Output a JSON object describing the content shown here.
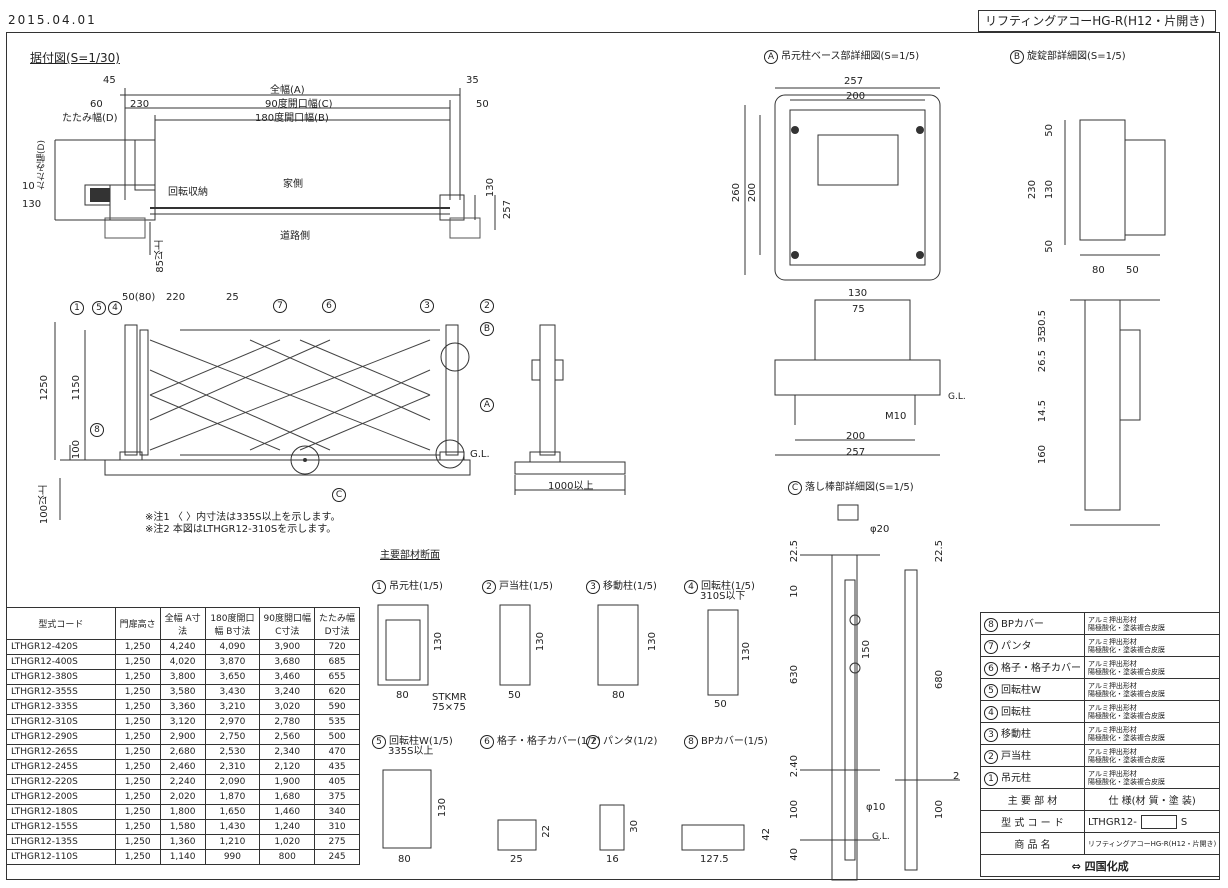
{
  "header": {
    "date": "2015.04.01",
    "title": "リフティングアコーHG-R(H12・片開き)"
  },
  "plan": {
    "title": "据付図(S=1/30)",
    "dims": [
      "45",
      "35",
      "全幅(A)",
      "60",
      "230",
      "90度開口幅(C)",
      "50",
      "たたみ幅(D)",
      "180度開口幅(B)",
      "10",
      "たたみ幅(D)",
      "130",
      "130",
      "257",
      "回転収納",
      "家側",
      "道路側",
      "85以上"
    ]
  },
  "elev": {
    "dims": [
      "50(80)",
      "220",
      "25",
      "1250",
      "1150",
      "100",
      "G.L.",
      "100以上",
      "1000以上"
    ],
    "callouts": [
      "1",
      "5",
      "4",
      "7",
      "6",
      "3",
      "2",
      "B",
      "A",
      "8",
      "C"
    ],
    "note1": "※注1 〈 〉内寸法は335S以上を示します。",
    "note2": "※注2 本図はLTHGR12-310Sを示します。"
  },
  "detailA": {
    "title": "吊元柱ベース部詳細図(S=1/5)",
    "label": "A",
    "dims": [
      "257",
      "200",
      "260",
      "200",
      "130",
      "75",
      "M10",
      "200",
      "257",
      "G.L."
    ]
  },
  "detailB": {
    "title": "旋錠部詳細図(S=1/5)",
    "label": "B",
    "dims": [
      "50",
      "230",
      "130",
      "50",
      "80",
      "50",
      "26.5",
      "35",
      "30.5",
      "14.5",
      "160"
    ]
  },
  "detailC": {
    "title": "落し棒部詳細図(S=1/5)",
    "label": "C",
    "dims": [
      "φ20",
      "22.5",
      "10",
      "630",
      "150",
      "2.40",
      "100",
      "40",
      "φ10",
      "22.5",
      "680",
      "2",
      "100",
      "G.L."
    ]
  },
  "sections": {
    "title": "主要部材断面",
    "items": [
      {
        "num": "1",
        "label": "吊元柱(1/5)",
        "dims": [
          "130",
          "80"
        ],
        "extra": "STKMR 75×75"
      },
      {
        "num": "2",
        "label": "戸当柱(1/5)",
        "dims": [
          "130",
          "50"
        ]
      },
      {
        "num": "3",
        "label": "移動柱(1/5)",
        "dims": [
          "130",
          "80"
        ]
      },
      {
        "num": "4",
        "label": "回転柱(1/5)",
        "dims": [
          "130",
          "50"
        ],
        "extra": "310S以下"
      },
      {
        "num": "5",
        "label": "回転柱W(1/5)",
        "dims": [
          "130",
          "80"
        ],
        "extra": "335S以上"
      },
      {
        "num": "6",
        "label": "格子・格子カバー(1/2)",
        "dims": [
          "22",
          "25"
        ]
      },
      {
        "num": "7",
        "label": "パンタ(1/2)",
        "dims": [
          "30",
          "16"
        ]
      },
      {
        "num": "8",
        "label": "BPカバー(1/5)",
        "dims": [
          "42",
          "127.5"
        ]
      }
    ]
  },
  "spec_table": {
    "headers": [
      "型式コード",
      "門扉高さ",
      "全幅 A寸法",
      "180度開口幅 B寸法",
      "90度開口幅 C寸法",
      "たたみ幅 D寸法"
    ],
    "rows": [
      [
        "LTHGR12-420S",
        "1,250",
        "4,240",
        "4,090",
        "3,900",
        "720"
      ],
      [
        "LTHGR12-400S",
        "1,250",
        "4,020",
        "3,870",
        "3,680",
        "685"
      ],
      [
        "LTHGR12-380S",
        "1,250",
        "3,800",
        "3,650",
        "3,460",
        "655"
      ],
      [
        "LTHGR12-355S",
        "1,250",
        "3,580",
        "3,430",
        "3,240",
        "620"
      ],
      [
        "LTHGR12-335S",
        "1,250",
        "3,360",
        "3,210",
        "3,020",
        "590"
      ],
      [
        "LTHGR12-310S",
        "1,250",
        "3,120",
        "2,970",
        "2,780",
        "535"
      ],
      [
        "LTHGR12-290S",
        "1,250",
        "2,900",
        "2,750",
        "2,560",
        "500"
      ],
      [
        "LTHGR12-265S",
        "1,250",
        "2,680",
        "2,530",
        "2,340",
        "470"
      ],
      [
        "LTHGR12-245S",
        "1,250",
        "2,460",
        "2,310",
        "2,120",
        "435"
      ],
      [
        "LTHGR12-220S",
        "1,250",
        "2,240",
        "2,090",
        "1,900",
        "405"
      ],
      [
        "LTHGR12-200S",
        "1,250",
        "2,020",
        "1,870",
        "1,680",
        "375"
      ],
      [
        "LTHGR12-180S",
        "1,250",
        "1,800",
        "1,650",
        "1,460",
        "340"
      ],
      [
        "LTHGR12-155S",
        "1,250",
        "1,580",
        "1,430",
        "1,240",
        "310"
      ],
      [
        "LTHGR12-135S",
        "1,250",
        "1,360",
        "1,210",
        "1,020",
        "275"
      ],
      [
        "LTHGR12-110S",
        "1,250",
        "1,140",
        "990",
        "800",
        "245"
      ]
    ]
  },
  "parts_table": {
    "rows": [
      {
        "num": "8",
        "name": "BPカバー",
        "mat": [
          "アルミ押出形材",
          "陽極酸化・塗装複合皮膜"
        ]
      },
      {
        "num": "7",
        "name": "パンタ",
        "mat": [
          "アルミ押出形材",
          "陽極酸化・塗装複合皮膜"
        ]
      },
      {
        "num": "6",
        "name": "格子・格子カバー",
        "mat": [
          "アルミ押出形材",
          "陽極酸化・塗装複合皮膜"
        ]
      },
      {
        "num": "5",
        "name": "回転柱W",
        "mat": [
          "アルミ押出形材",
          "陽極酸化・塗装複合皮膜"
        ]
      },
      {
        "num": "4",
        "name": "回転柱",
        "mat": [
          "アルミ押出形材",
          "陽極酸化・塗装複合皮膜"
        ]
      },
      {
        "num": "3",
        "name": "移動柱",
        "mat": [
          "アルミ押出形材",
          "陽極酸化・塗装複合皮膜"
        ]
      },
      {
        "num": "2",
        "name": "戸当柱",
        "mat": [
          "アルミ押出形材",
          "陽極酸化・塗装複合皮膜"
        ]
      },
      {
        "num": "1",
        "name": "吊元柱",
        "mat": [
          "アルミ押出形材",
          "陽極酸化・塗装複合皮膜"
        ]
      }
    ],
    "footer": [
      {
        "label": "主 要 部 材",
        "value": "仕 様(材 質・塗 装)"
      },
      {
        "label": "型 式 コ ー ド",
        "value": "LTHGR12-",
        "suffix": "S"
      },
      {
        "label": "商 品 名",
        "value": "リフティングアコーHG-R(H12・片開き)"
      }
    ],
    "logo": "四国化成"
  }
}
